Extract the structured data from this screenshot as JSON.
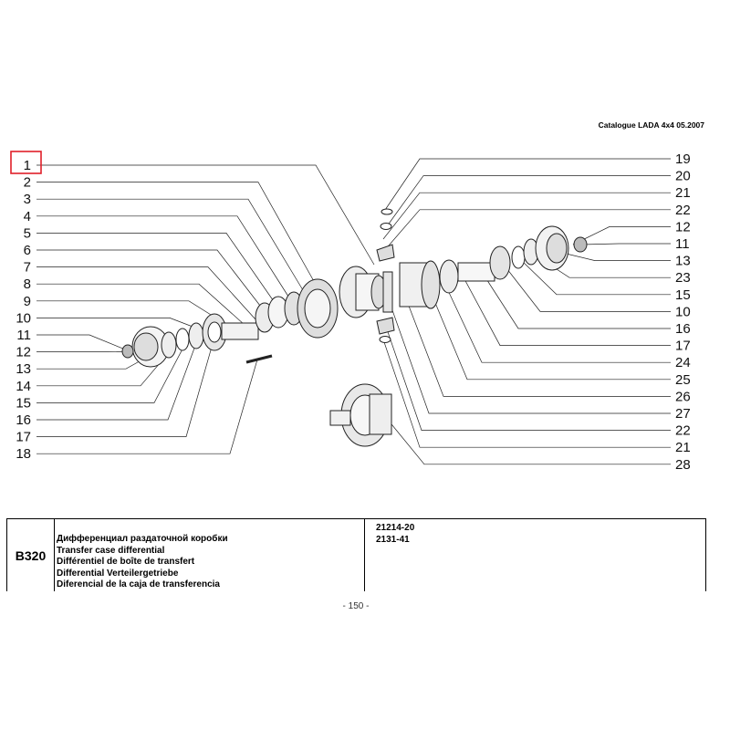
{
  "header": {
    "catalogue": "Catalogue LADA 4x4 05.2007"
  },
  "diagram": {
    "left_callouts": [
      "1",
      "2",
      "3",
      "4",
      "5",
      "6",
      "7",
      "8",
      "9",
      "10",
      "11",
      "12",
      "13",
      "14",
      "15",
      "16",
      "17",
      "18"
    ],
    "right_callouts": [
      "19",
      "20",
      "21",
      "22",
      "12",
      "11",
      "13",
      "23",
      "15",
      "10",
      "16",
      "17",
      "24",
      "25",
      "26",
      "27",
      "22",
      "21",
      "28"
    ],
    "highlighted_callout": "1",
    "highlight_color": "#e0202a"
  },
  "table": {
    "code": "B320",
    "descriptions": [
      "Дифференциал раздаточной коробки",
      "Transfer case differential",
      "Différentiel de boîte de transfert",
      "Differential Verteilergetriebe",
      "Diferencial de la caja de transferencia"
    ],
    "models": [
      "21214-20",
      "2131-41"
    ]
  },
  "footer": {
    "page": "- 150 -"
  }
}
